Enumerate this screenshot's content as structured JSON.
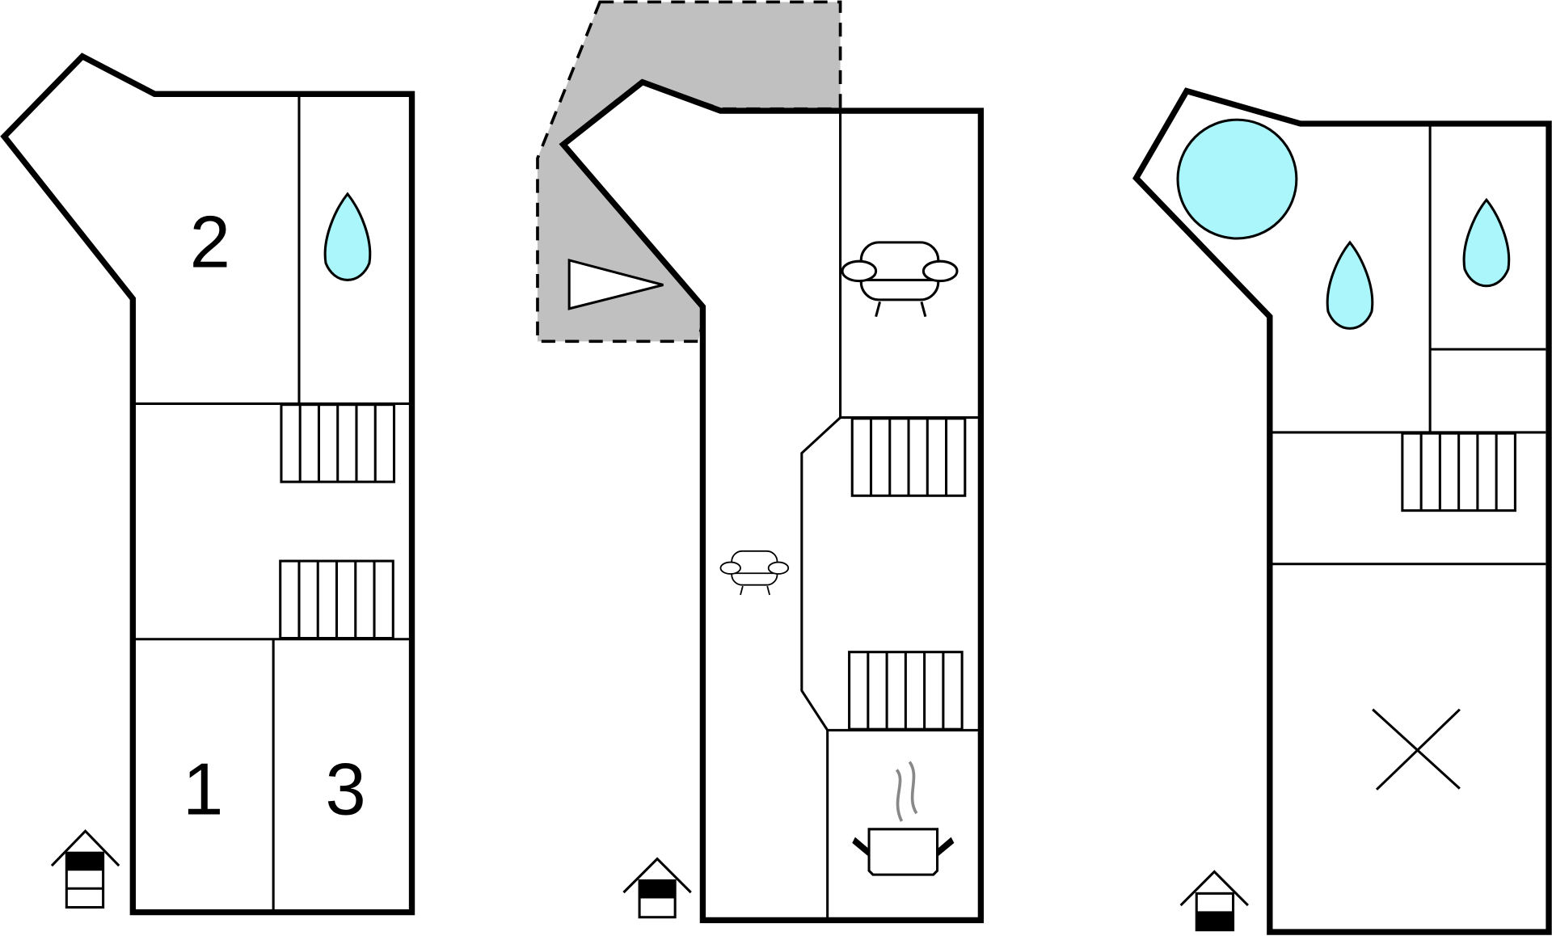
{
  "floor_plans": [
    {
      "name": "floor-1",
      "room_labels": [
        "2",
        "1",
        "3"
      ],
      "icons": [
        "bathroom-drop-icon",
        "stairs-icon",
        "stairs-icon",
        "floor-indicator-icon"
      ]
    },
    {
      "name": "floor-2",
      "icons": [
        "terrace-area",
        "sofa-icon",
        "sofa-icon",
        "kitchen-pot-icon",
        "stairs-icon",
        "stairs-icon",
        "floor-indicator-icon"
      ]
    },
    {
      "name": "floor-3",
      "icons": [
        "pool-icon",
        "bathroom-drop-icon",
        "bathroom-drop-icon",
        "stairs-icon",
        "open-space-x-icon",
        "floor-indicator-icon"
      ]
    }
  ],
  "colors": {
    "water": "#aaf6fa",
    "terrace": "#c0c0c0",
    "wall": "#000000"
  }
}
